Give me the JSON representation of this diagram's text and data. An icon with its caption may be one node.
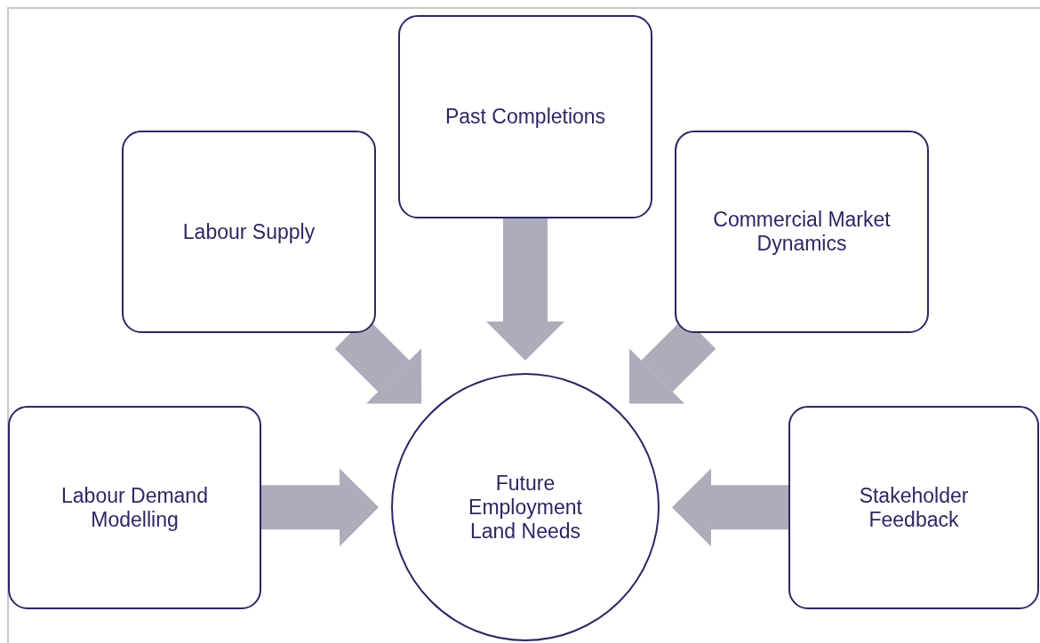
{
  "diagram": {
    "nodes": [
      {
        "text": [
          "Past Completions"
        ]
      },
      {
        "text": [
          "Labour Supply"
        ]
      },
      {
        "text": [
          "Commercial Market Dynamics"
        ]
      },
      {
        "text": [
          "Labour Demand Modelling"
        ]
      },
      {
        "text": [
          "Future Employment Land Needs"
        ]
      },
      {
        "text": [
          "Stakeholder Feedback"
        ]
      }
    ],
    "edges": [
      {
        "from": 0,
        "to": 4,
        "arrow": "to"
      },
      {
        "from": 1,
        "to": 4,
        "arrow": "to"
      },
      {
        "from": 2,
        "to": 4,
        "arrow": "to"
      },
      {
        "from": 3,
        "to": 4,
        "arrow": "to"
      },
      {
        "from": 5,
        "to": 4,
        "arrow": "to"
      }
    ]
  }
}
